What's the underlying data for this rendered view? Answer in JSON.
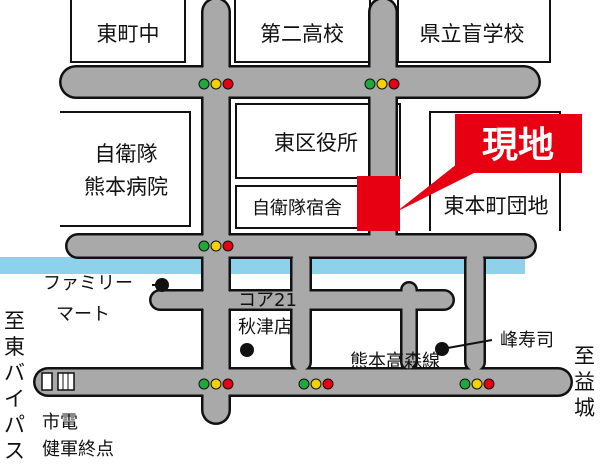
{
  "labels": {
    "block_top_left": "東町中",
    "block_top_mid": "第二高校",
    "block_top_right": "県立盲学校",
    "block_left_1": "自衛隊",
    "block_left_2": "熊本病院",
    "block_center": "東区役所",
    "block_dorm": "自衛隊宿舎",
    "block_right": "東本町団地",
    "familymart_1": "ファミリー",
    "familymart_2": "マート",
    "core21_1": "コア21",
    "core21_2": "秋津店",
    "minejushi": "峰寿司",
    "road_name": "熊本高森線",
    "to_bypass": [
      "至",
      "東",
      "バ",
      "イ",
      "パ",
      "ス"
    ],
    "to_mashiki": [
      "至",
      "益",
      "城"
    ],
    "tram_1": "市電",
    "tram_2": "健軍終点"
  },
  "callout": {
    "text": "現地"
  },
  "colors": {
    "road": "#a9a9a9",
    "road_outline": "#111111",
    "canal": "#8ed1ea",
    "callout": "#e60012",
    "signal_green": "#21a83a",
    "signal_yellow": "#f2d300",
    "signal_red": "#e60012"
  },
  "icons": [
    "traffic-signal-icon",
    "landmark-dot-icon",
    "tram-stop-icon",
    "site-marker-icon"
  ]
}
